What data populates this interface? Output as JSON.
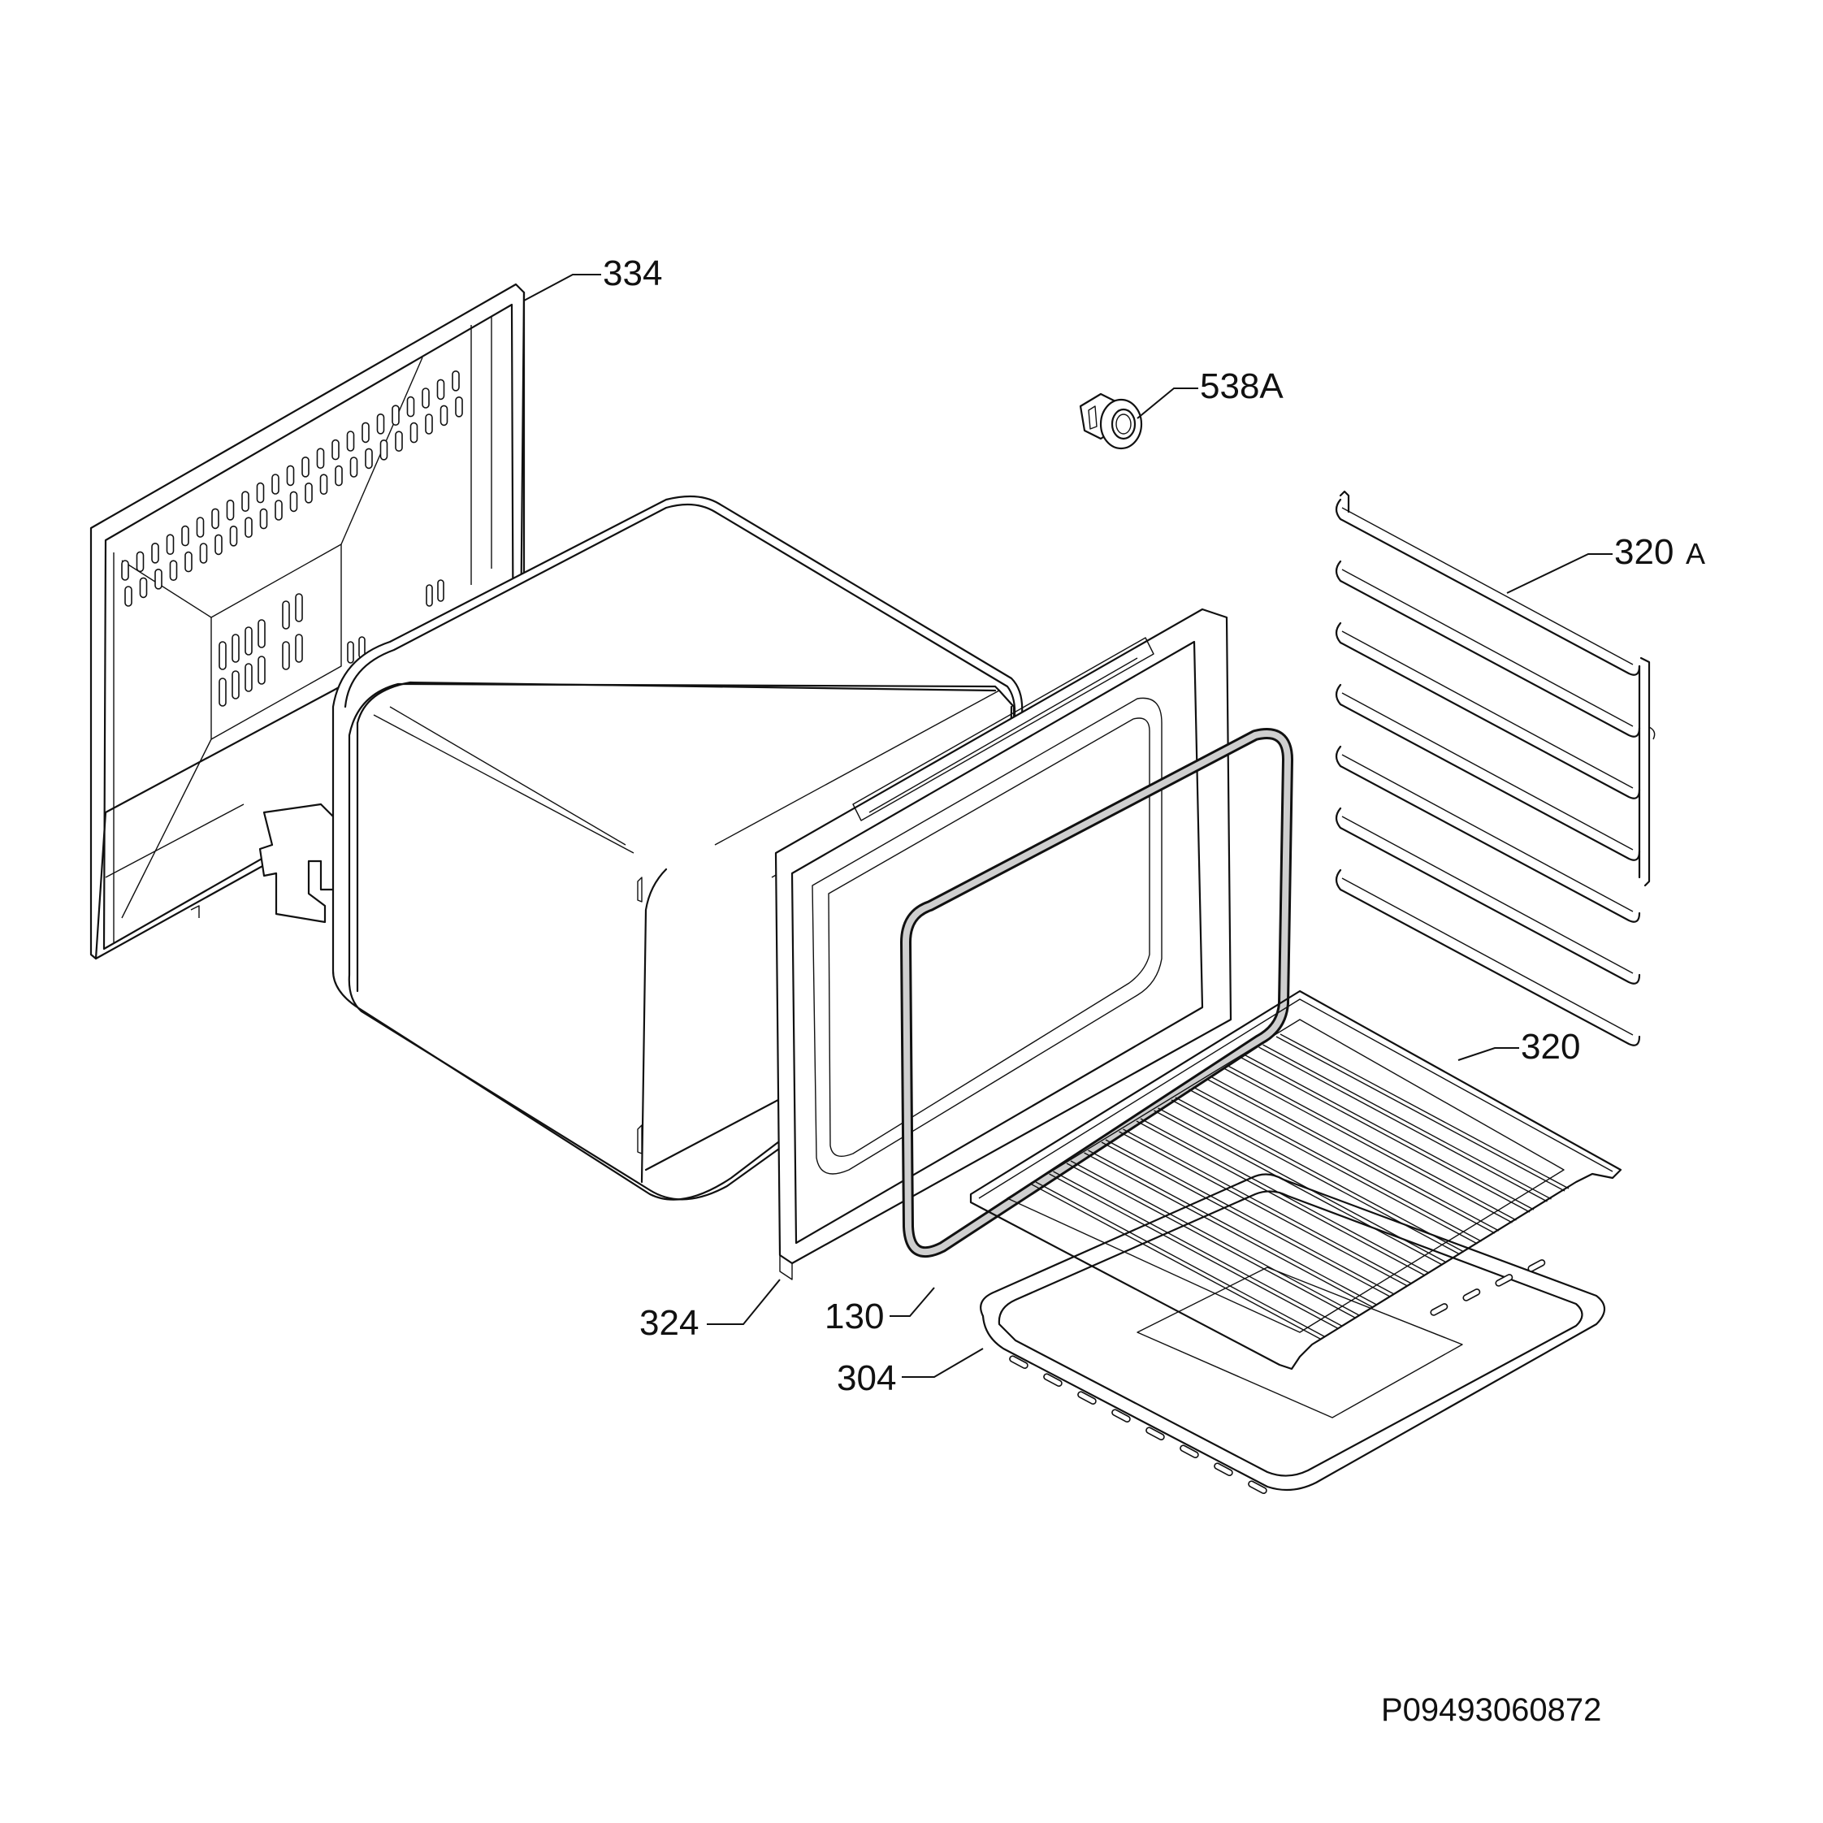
{
  "callouts": [
    {
      "id": "334",
      "label": "334"
    },
    {
      "id": "538A",
      "label": "538A"
    },
    {
      "id": "320A",
      "label": "320",
      "suffix": "A"
    },
    {
      "id": "320",
      "label": "320"
    },
    {
      "id": "324",
      "label": "324"
    },
    {
      "id": "130",
      "label": "130"
    },
    {
      "id": "304",
      "label": "304"
    }
  ],
  "drawing_code": "P09493060872",
  "colors": {
    "line": "#111111",
    "background": "#ffffff",
    "seal_fill": "#cfcfcf"
  }
}
